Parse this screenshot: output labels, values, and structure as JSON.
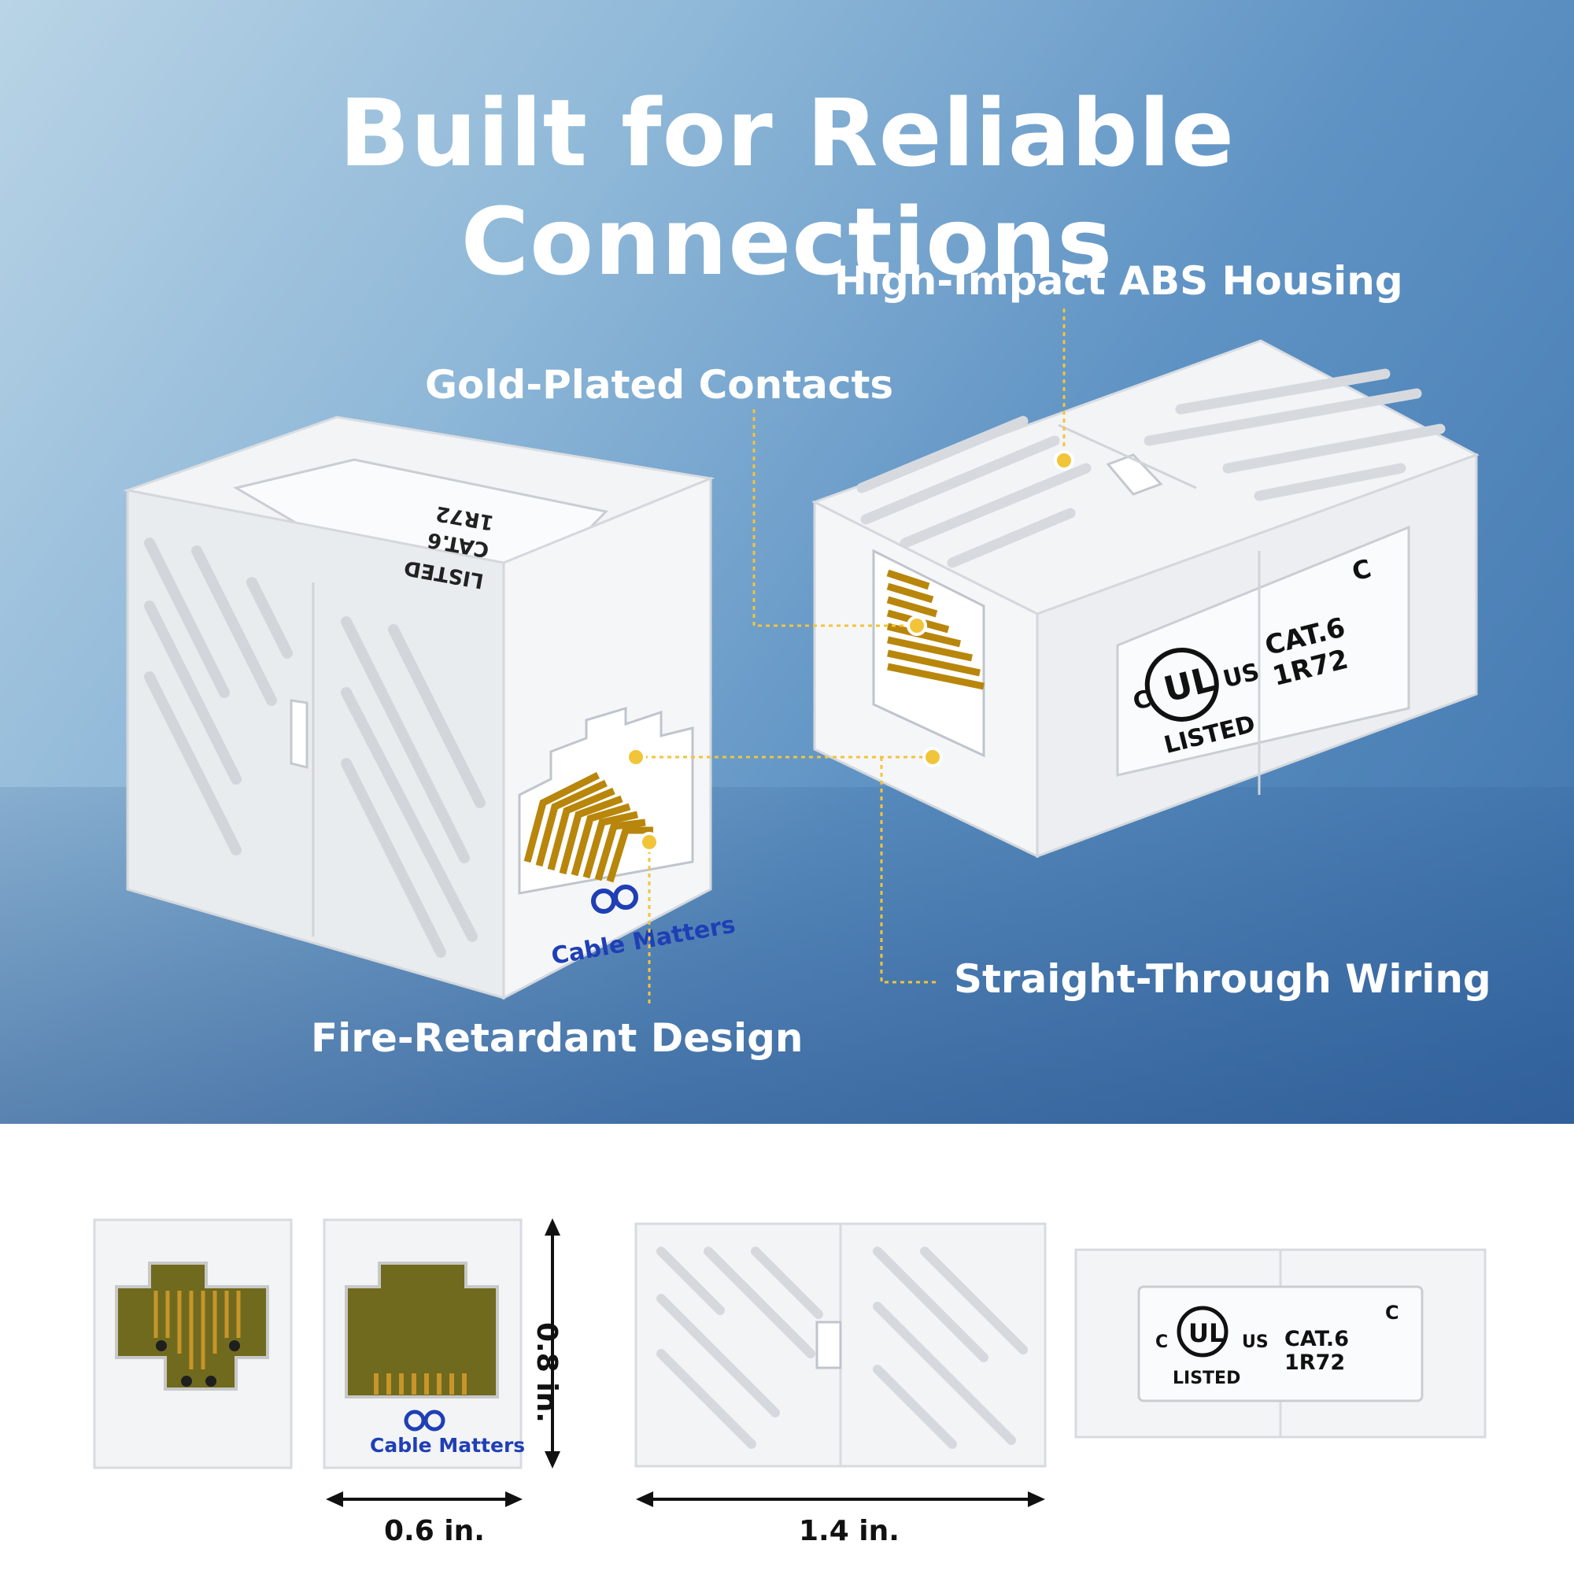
{
  "title": "Built for Reliable Connections",
  "callouts": {
    "abs_housing": "High-Impact ABS Housing",
    "gold_contacts": "Gold-Plated Contacts",
    "straight_wiring": "Straight-Through Wiring",
    "fire_retardant": "Fire-Retardant Design"
  },
  "label": {
    "c": "C",
    "us": "US",
    "ul": "UL",
    "listed": "LISTED",
    "cat": "CAT.6",
    "code": "1R72"
  },
  "brand": "Cable Matters",
  "dimensions": {
    "height": "0.8 in.",
    "width": "0.6 in.",
    "length": "1.4 in."
  },
  "colors": {
    "callout_dot": "#f2c43a",
    "brand_blue": "#1f3fb5",
    "gold": "#c8952a"
  }
}
